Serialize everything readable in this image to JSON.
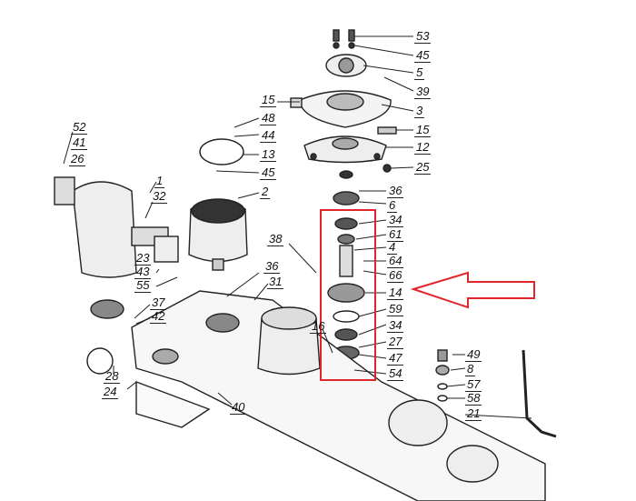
{
  "diagram": {
    "highlight_color": "#e0262c",
    "line_color": "#222222",
    "labels": [
      "53",
      "45",
      "5",
      "39",
      "3",
      "15",
      "48",
      "44",
      "13",
      "45",
      "15",
      "12",
      "25",
      "52",
      "41",
      "26",
      "1",
      "32",
      "2",
      "36",
      "6",
      "34",
      "61",
      "4",
      "64",
      "66",
      "14",
      "38",
      "23",
      "43",
      "55",
      "36",
      "31",
      "37",
      "42",
      "59",
      "34",
      "27",
      "47",
      "54",
      "16",
      "49",
      "8",
      "57",
      "58",
      "21",
      "28",
      "24",
      "40"
    ]
  }
}
